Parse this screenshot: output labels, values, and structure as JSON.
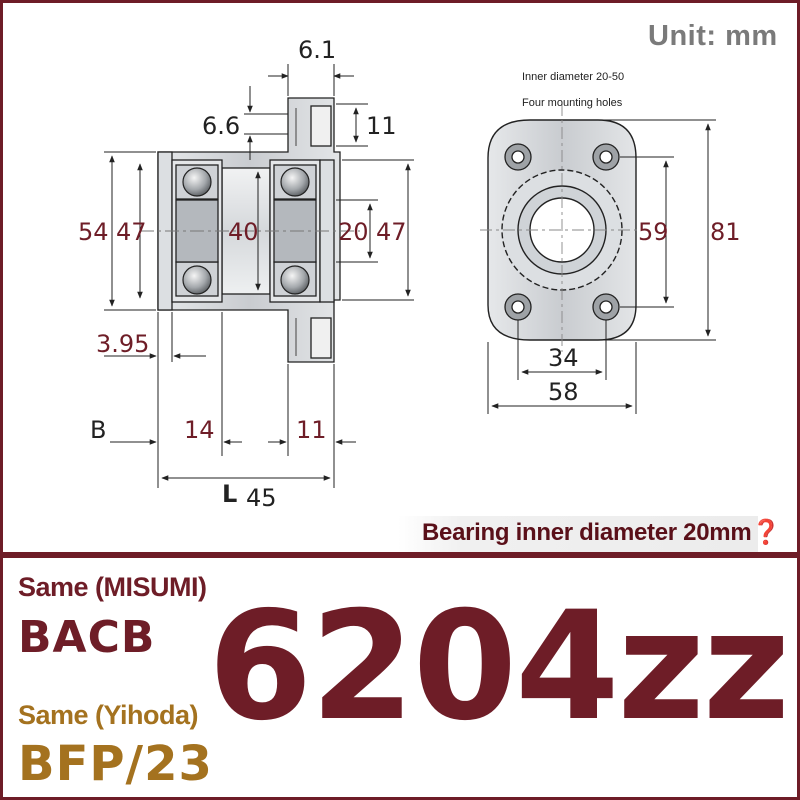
{
  "unit_label": "Unit: mm",
  "front_view": {
    "note_inner_diameter": "Inner diameter 20-50",
    "note_holes": "Four mounting holes",
    "dims": {
      "d59": "59",
      "d81": "81",
      "d34": "34",
      "d58": "58"
    }
  },
  "side_view": {
    "dims": {
      "d6_1": "6.1",
      "d6_6": "6.6",
      "d11_top": "11",
      "d54": "54",
      "d47_left": "47",
      "d40": "40",
      "d20": "20",
      "d47_right": "47",
      "d3_95": "3.95",
      "b_label": "B",
      "d14": "14",
      "d11_bottom": "11",
      "l_label": "L",
      "d45": "45"
    }
  },
  "banner_text": "Bearing inner diameter 20mm❓",
  "product": {
    "misumi_label": "Same (MISUMI)",
    "misumi_code": "BACB",
    "yihoda_label": "Same (Yihoda)",
    "yihoda_code": "BFP/23",
    "model": "6204zz"
  },
  "colors": {
    "brand": "#6e1d27",
    "accent": "#a4721f"
  }
}
